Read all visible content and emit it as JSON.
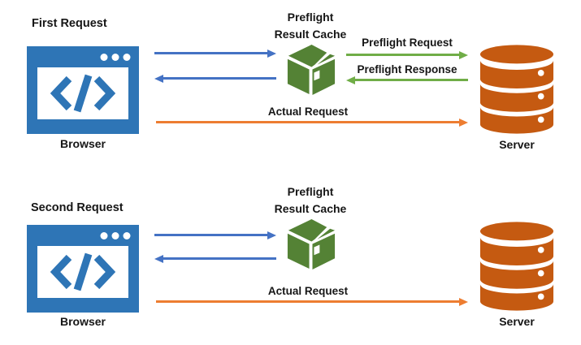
{
  "palette": {
    "arrow_blue": "#4472c4",
    "arrow_green": "#70ad47",
    "arrow_orange": "#ed7d31",
    "browser_blue": "#2e75b6",
    "cache_green": "#548235",
    "server_orange": "#c55a11",
    "label_text": "#161616",
    "background": "#ffffff"
  },
  "first_request": {
    "title": "First Request",
    "browser_label": "Browser",
    "cache_title_line1": "Preflight",
    "cache_title_line2": "Result Cache",
    "arrow_labels": {
      "preflight_request": "Preflight Request",
      "preflight_response": "Preflight Response",
      "actual_request": "Actual Request"
    },
    "server_label": "Server"
  },
  "second_request": {
    "title": "Second Request",
    "browser_label": "Browser",
    "cache_title_line1": "Preflight",
    "cache_title_line2": "Result Cache",
    "arrow_labels": {
      "actual_request": "Actual Request"
    },
    "server_label": "Server"
  },
  "icons": {
    "browser": "browser-window-code-icon",
    "cache": "package-box-icon",
    "server": "database-icon"
  }
}
